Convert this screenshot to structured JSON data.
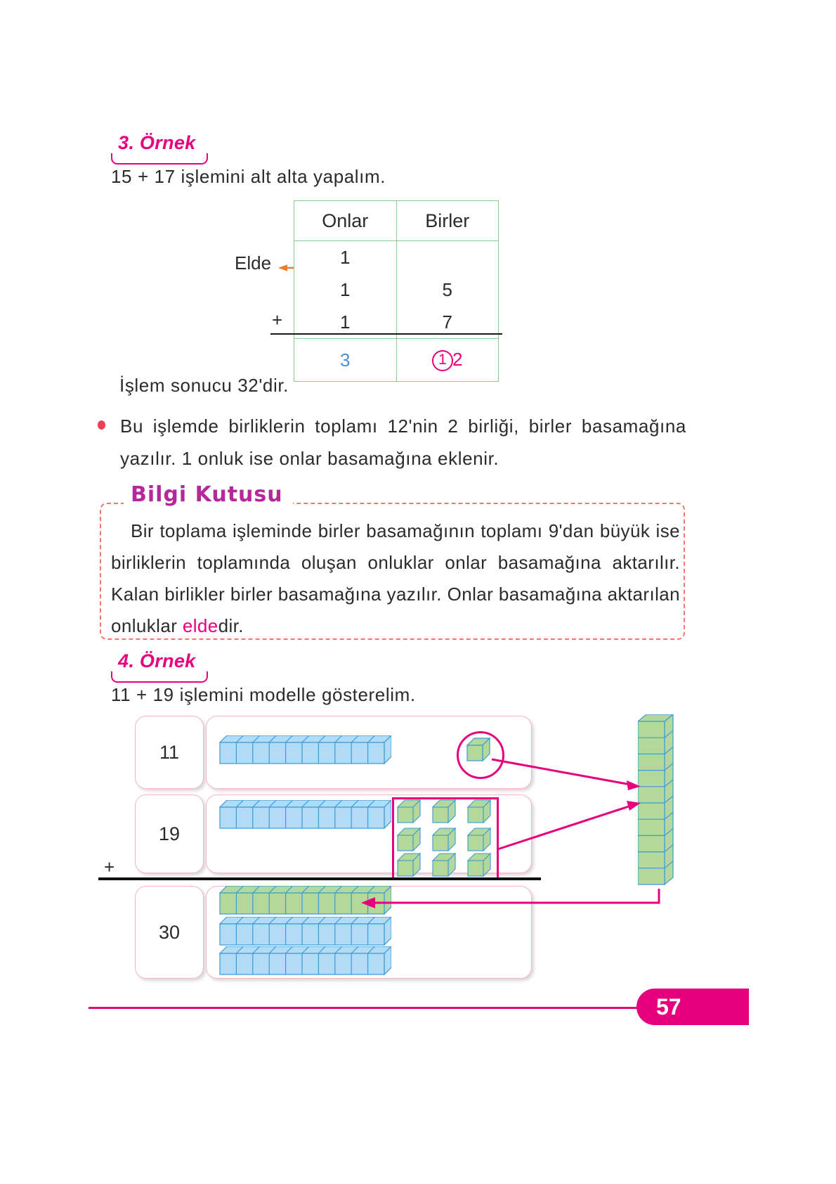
{
  "example3": {
    "label": "3. Örnek",
    "prompt": "15 + 17 işlemini alt alta yapalım.",
    "table": {
      "headers": [
        "Onlar",
        "Birler"
      ],
      "carry_label": "Elde",
      "carry_value": "1",
      "addend1": {
        "tens": "1",
        "ones": "5"
      },
      "addend2": {
        "tens": "1",
        "ones": "7"
      },
      "operator": "+",
      "result": {
        "tens": "3",
        "ones_carry": "1",
        "ones": "2"
      }
    },
    "result_text": "İşlem sonucu 32'dir.",
    "bullet_text": "Bu işlemde birliklerin toplamı 12'nin 2 birliği, birler basamağına yazılır. 1 onluk ise onlar basamağına eklenir."
  },
  "info_box": {
    "title": "Bilgi Kutusu",
    "text_before": "Bir toplama işleminde birler basamağının toplamı 9'dan büyük ise birliklerin toplamında oluşan onluklar onlar basamağına aktarılır. Kalan birlikler birler basamağına yazılır. Onlar basamağına aktarılan onluklar ",
    "highlight": "elde",
    "text_after": "dir."
  },
  "example4": {
    "label": "4. Örnek",
    "prompt": "11 + 19 işlemini modelle gösterelim.",
    "operator": "+",
    "rows": [
      {
        "label": "11",
        "rods": 1,
        "units": 1
      },
      {
        "label": "19",
        "rods": 1,
        "units": 9
      },
      {
        "label": "30",
        "rods": 3,
        "units": 0
      }
    ]
  },
  "footer": {
    "page_number": "57"
  },
  "colors": {
    "magenta": "#e6007e",
    "pink_border": "#f6b8c4",
    "green_grid": "#8dd08a",
    "blue_digit": "#4a90d9",
    "purple_title": "#b5289b",
    "dashed_red": "#f0786f",
    "cube_green": "#b2d99a",
    "cube_blue": "#b2dcf5",
    "orange_arrow": "#f07c2a"
  }
}
